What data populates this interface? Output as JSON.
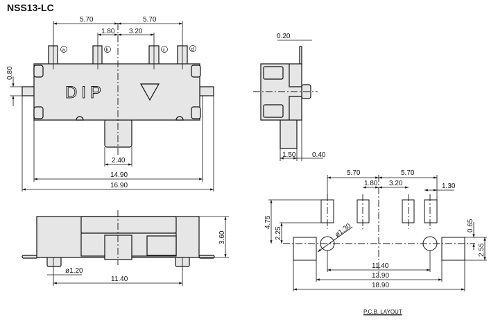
{
  "title": "NSS13-LC",
  "top_view": {
    "body_text": "DIP",
    "pin_labels": [
      "a",
      "b",
      "c",
      "d"
    ],
    "dims": {
      "pitch_left": "5.70",
      "pitch_right": "5.70",
      "inner_left": "1.80",
      "inner_right": "3.20",
      "tab_height": "0.80",
      "slider_width": "2.40",
      "body_width": "14.90",
      "overall_width": "16.90"
    }
  },
  "side_view": {
    "dims": {
      "pin_thickness": "0.20",
      "slider_depth": "1.50",
      "offset": "0.40"
    }
  },
  "bottom_view": {
    "dims": {
      "height": "3.60",
      "post_diameter": "ø1.20",
      "post_spacing": "11.40"
    }
  },
  "pcb_layout": {
    "label": "P.C.B.  LAYOUT",
    "dims": {
      "pitch_left": "5.70",
      "pitch_right": "5.70",
      "inner_left": "1.80",
      "inner_right": "3.20",
      "pad_width": "1.30",
      "row_offset": "4.75",
      "pad_offset": "2.25",
      "hole_diameter": "ø1.30",
      "pad_gap": "0.65",
      "big_pad_height": "2.55",
      "hole_spacing": "11.40",
      "pad_inner_span": "13.90",
      "pad_outer_span": "18.90"
    }
  }
}
